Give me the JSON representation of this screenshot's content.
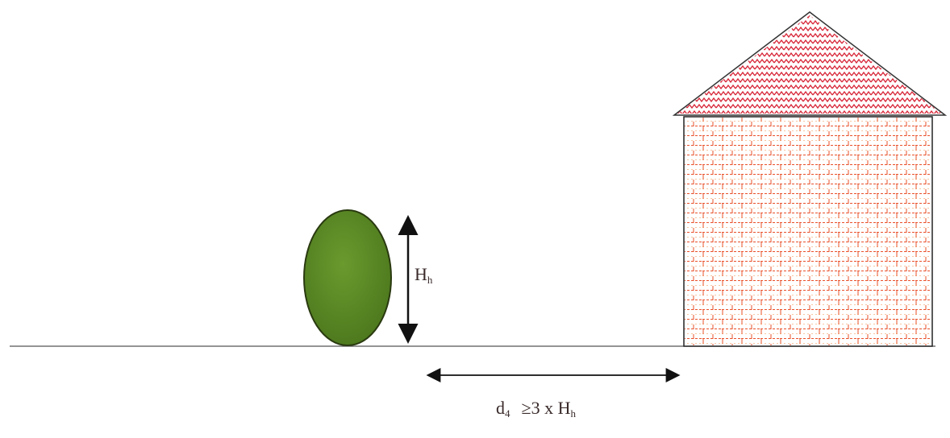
{
  "labels": {
    "hedge_height_main": "H",
    "hedge_height_sub": "h",
    "distance_d": "d",
    "distance_sub": "4",
    "distance_relation": "≥3 x H",
    "distance_relation_sub": "h"
  },
  "colors": {
    "hedge_fill": "#5a8a22",
    "hedge_outline": "#2a3a10",
    "brick_lines": "#e8502a",
    "roof_zigzag": "#d8283a",
    "ground_line": "#555555",
    "arrow": "#111111",
    "label_text": "#3a2a2a"
  }
}
